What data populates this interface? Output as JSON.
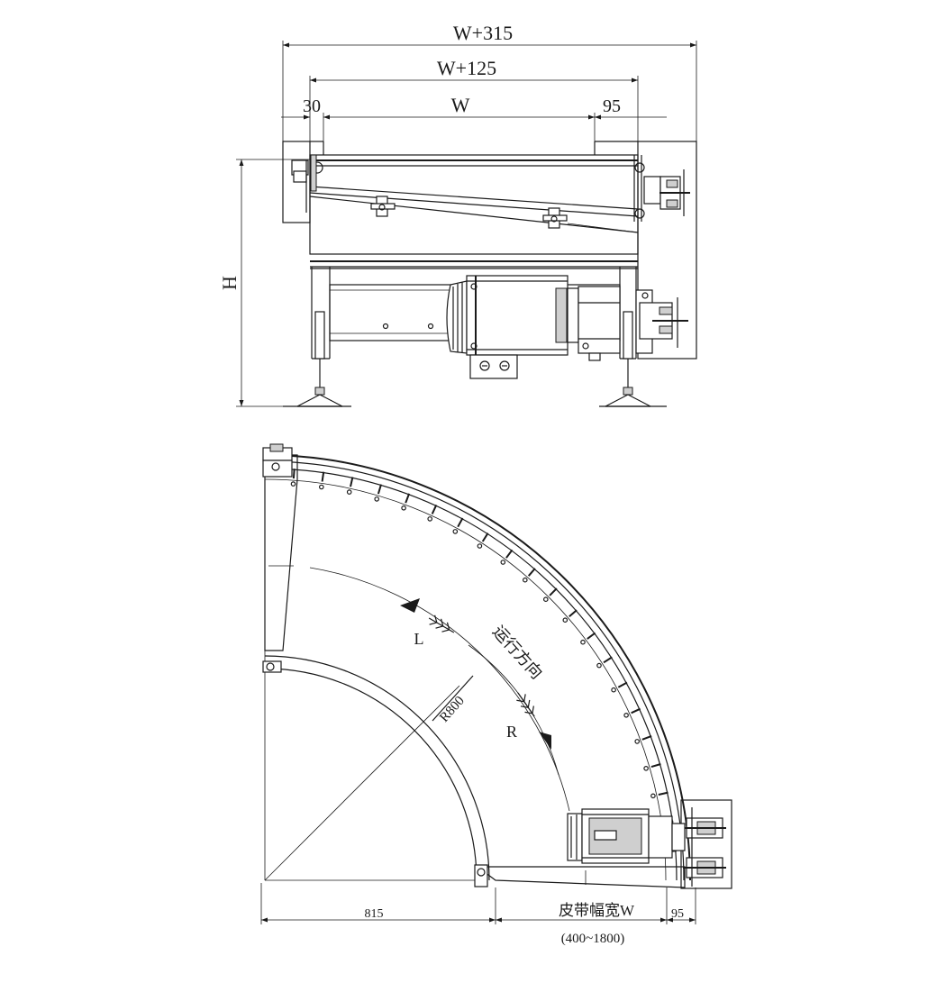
{
  "front_view": {
    "dim_total": "W+315",
    "dim_frame": "W+125",
    "dim_left": "30",
    "dim_belt": "W",
    "dim_right": "95",
    "dim_height": "H"
  },
  "plan_view": {
    "dir_label_cn": "运行方向",
    "dir_left": "L",
    "dir_right": "R",
    "radius": "R800",
    "dim_inner": "815",
    "dim_belt_width": "皮带幅宽W",
    "dim_right": "95",
    "belt_range": "(400~1800)"
  },
  "colors": {
    "line": "#1a1a1a",
    "background": "#ffffff"
  }
}
